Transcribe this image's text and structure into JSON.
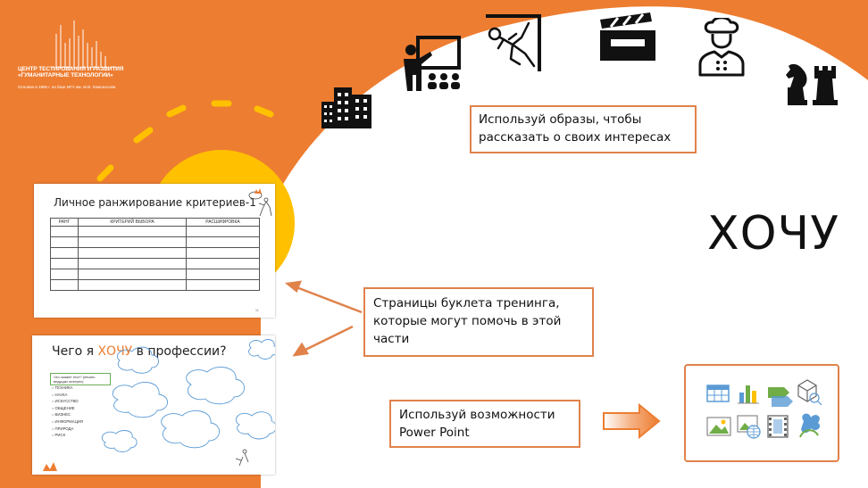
{
  "logo": {
    "title": "ЦЕНТР ТЕСТИРОВАНИЯ И РАЗВИТИЯ «ГУМАНИТАРНЫЕ ТЕХНОЛОГИИ»",
    "subtitle": "Основан в 1995 г. на базе МГУ им. М.В. Ломоносова"
  },
  "callouts": {
    "images_hint": "Используй образы, чтобы рассказать о своих интересах",
    "booklet_pages": "Страницы буклета тренинга, которые могут помочь в этой части",
    "power_point": "Используй возможности Power Point"
  },
  "big_word": "ХОЧУ",
  "slide1": {
    "title": "Личное ранжирование критериев-1",
    "columns": [
      "РАНГ",
      "КРИТЕРИЙ ВЫБОРА",
      "РАСШИФРОВКА"
    ],
    "page": "11"
  },
  "slide2": {
    "title_before": "Чего я ",
    "title_highlight": "ХОЧУ",
    "title_after": " в профессии?",
    "hint": "Что скажет тест? (печать ведущих интерес)",
    "categories": [
      "ТЕХНИКА",
      "НАУКА",
      "ИСКУССТВО",
      "ОБЩЕНИЕ",
      "БИЗНЕС",
      "ИНФОРМАЦИЯ",
      "ПРИРОДА",
      "РИСК"
    ]
  },
  "icons": [
    "buildings-icon",
    "teacher-presentation-icon",
    "climber-icon",
    "clapperboard-icon",
    "chef-icon",
    "chess-pieces-icon"
  ],
  "colors": {
    "accent": "#ED7D31",
    "sun": "#FFC000",
    "box_border": "#E0824A"
  }
}
